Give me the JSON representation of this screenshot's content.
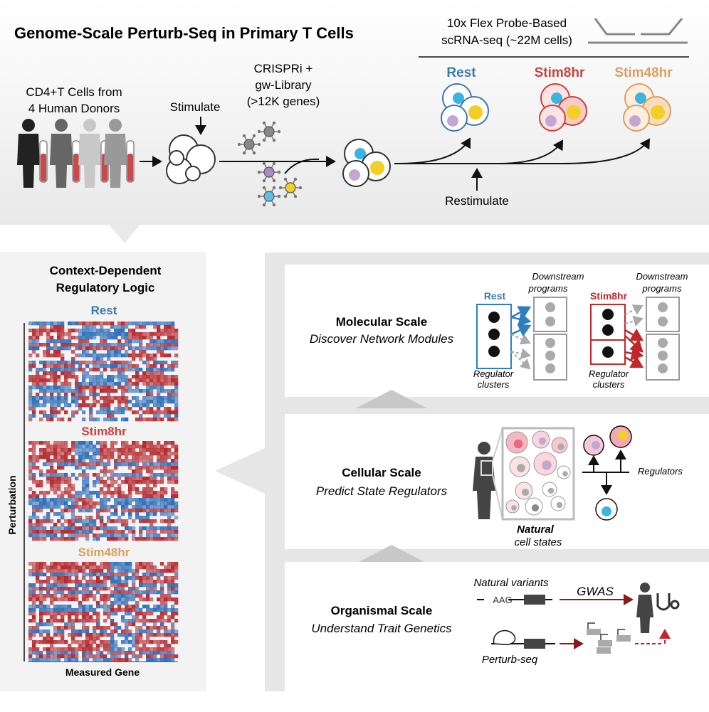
{
  "title": "Genome-Scale Perturb-Seq in Primary T Cells",
  "seq_method": {
    "line1": "10x Flex Probe-Based",
    "line2": "scRNA-seq (~22M cells)"
  },
  "donors": {
    "line1": "CD4+T Cells from",
    "line2": "4 Human Donors"
  },
  "stimulate": "Stimulate",
  "library": {
    "line1": "CRISPRi +",
    "line2": "gw-Library",
    "line3": "(>12K genes)"
  },
  "restimulate": "Restimulate",
  "conditions": [
    {
      "label": "Rest",
      "color": "#3b78b0"
    },
    {
      "label": "Stim8hr",
      "color": "#c8423f"
    },
    {
      "label": "Stim48hr",
      "color": "#d8a064"
    }
  ],
  "heatmap_panel": {
    "title_line1": "Context-Dependent",
    "title_line2": "Regulatory Logic",
    "y_label": "Perturbation",
    "x_label": "Measured Gene",
    "blocks": [
      "Rest",
      "Stim8hr",
      "Stim48hr"
    ]
  },
  "scales": [
    {
      "title": "Molecular Scale",
      "subtitle": "Discover Network Modules"
    },
    {
      "title": "Cellular Scale",
      "subtitle": "Predict State Regulators"
    },
    {
      "title": "Organismal Scale",
      "subtitle": "Understand Trait Genetics"
    }
  ],
  "molecular": {
    "left_label": "Rest",
    "right_label": "Stim8hr",
    "downstream": "Downstream",
    "programs": "programs",
    "regulator": "Regulator",
    "clusters": "clusters"
  },
  "cellular": {
    "natural": "Natural",
    "cell_states": "cell states",
    "regulators": "Regulators"
  },
  "organismal": {
    "natural_variants": "Natural variants",
    "allele": "AAG",
    "gwas": "GWAS",
    "perturb_seq": "Perturb-seq"
  },
  "colors": {
    "heat_red": "#b5292d",
    "heat_blue": "#2f6fb8",
    "purple": "#c4a6d2",
    "yellow": "#f2cf24",
    "cyan": "#3cb4e0",
    "dark_red": "#9a1b1b"
  }
}
